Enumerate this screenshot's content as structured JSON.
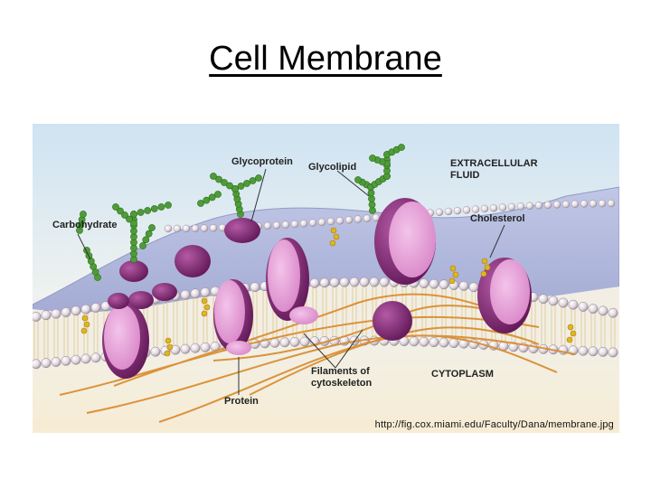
{
  "slide": {
    "title": "Cell Membrane"
  },
  "diagram": {
    "labels": {
      "glycoprotein": "Glycoprotein",
      "glycolipid": "Glycolipid",
      "extracellular": "EXTRACELLULAR\nFLUID",
      "carbohydrate": "Carbohydrate",
      "cholesterol": "Cholesterol",
      "filaments": "Filaments of\ncytoskeleton",
      "cytoplasm": "CYTOPLASM",
      "protein": "Protein"
    },
    "source_url": "http://fig.cox.miami.edu/Faculty/Dana/membrane.jpg",
    "colors": {
      "background_top": "#cfe3f2",
      "background_bottom": "#f7ecd4",
      "head_bead": "#e8dfe6",
      "protein": "#e9a6d8",
      "protein_dark": "#6e1e63",
      "carbohydrate": "#4e9c38",
      "cholesterol": "#e1b51e",
      "filament": "#d98a2a",
      "leader_line": "#333333"
    }
  }
}
